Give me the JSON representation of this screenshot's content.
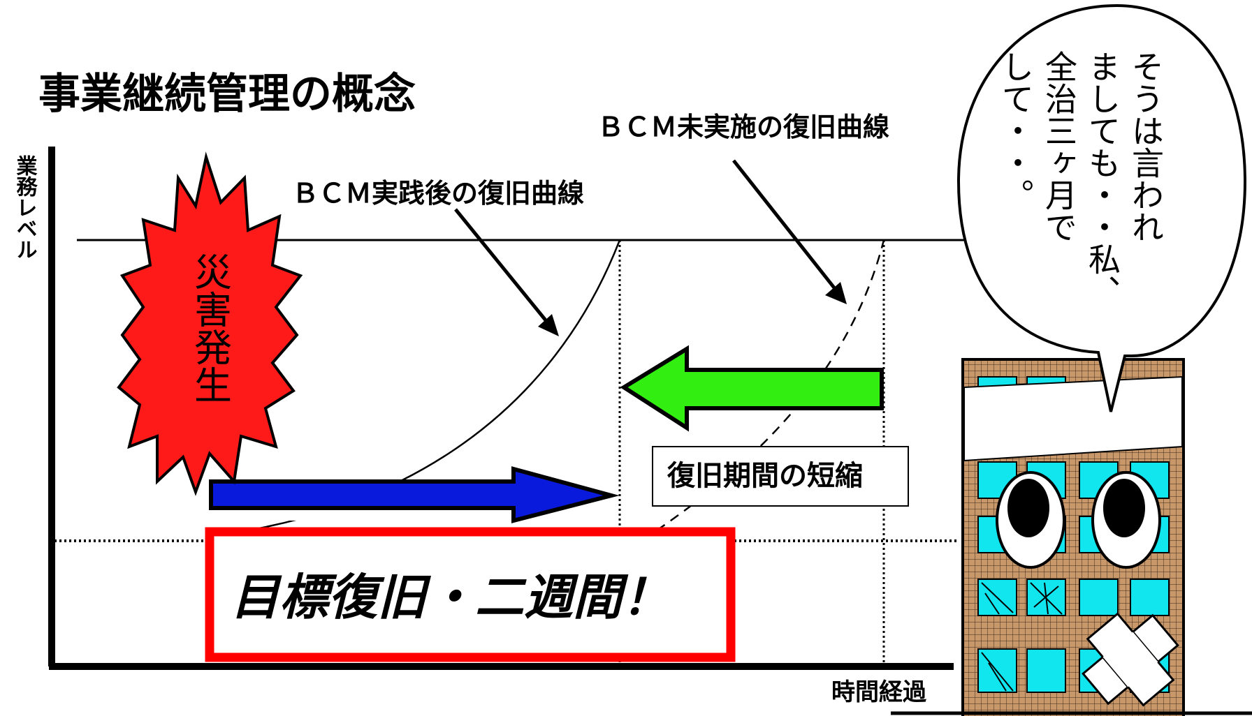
{
  "title": "事業継続管理の概念",
  "y_axis_label": "業務レベル",
  "x_axis_label": "時間経過",
  "curve_label_with_bcm": "ＢＣＭ実践後の復旧曲線",
  "curve_label_without_bcm": "ＢＣＭ未実施の復旧曲線",
  "disaster_label": "災害発生",
  "shorten_label": "復旧期間の短縮",
  "target_label": "目標復旧・二週間！",
  "speech_bubble": {
    "lines": [
      "そうは言われ",
      "ましても・・私、",
      "全治三ヶ月で",
      "して・・。"
    ]
  },
  "colors": {
    "burst": "#ff1a1a",
    "blue_arrow": "#0a1adc",
    "green_arrow": "#33ee11",
    "target_box_border": "#ff0000",
    "building_brick": "#c9986a",
    "window": "#11e5ee"
  },
  "icons": [
    "explosion-burst-icon",
    "blue-right-arrow-icon",
    "green-left-arrow-icon",
    "building-character-icon",
    "speech-bubble-icon"
  ]
}
